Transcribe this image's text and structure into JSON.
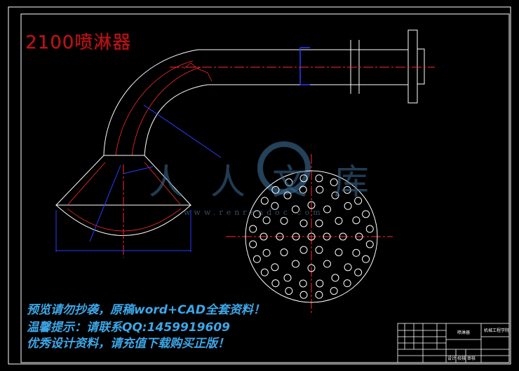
{
  "title": "2100喷淋器",
  "notices": [
    "预览请勿抄袭，原稿word+CAD全套资料！",
    "温馨提示：请联系QQ:1459919609",
    "优秀设计资料，请充值下载购买正版！"
  ],
  "watermark": {
    "text": "人人文库",
    "url": "www.renrendoc.com"
  },
  "title_block": {
    "project": "喷淋器",
    "company": "机械工程学院",
    "labels": [
      "设计",
      "校核",
      "审核"
    ]
  },
  "colors": {
    "outline": "#ffffff",
    "centerline": "#ff2a2a",
    "dimension": "#2a3cff",
    "title": "#b3151a",
    "notice": "#3da7e8"
  }
}
